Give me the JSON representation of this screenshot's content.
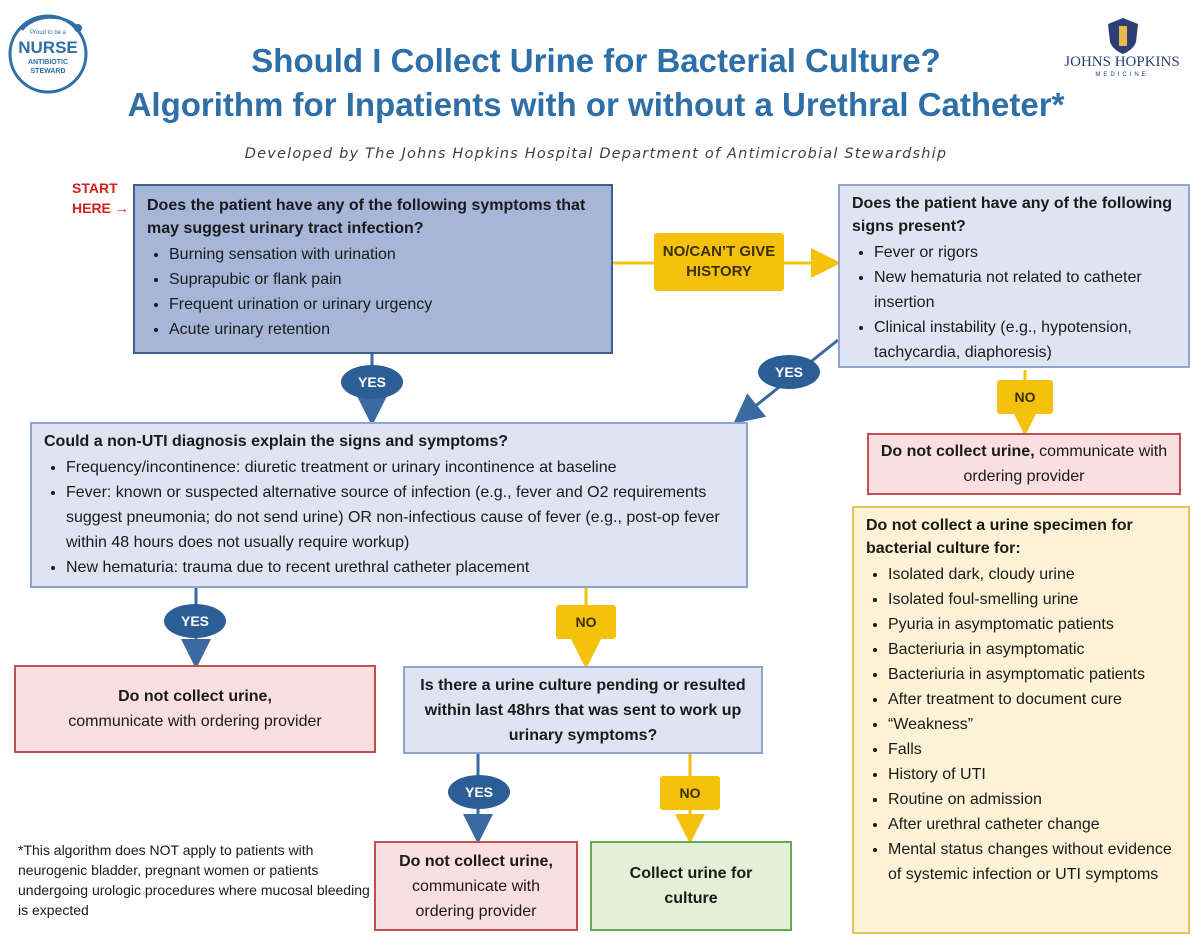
{
  "title_line1": "Should I Collect Urine for Bacterial Culture?",
  "title_line2": "Algorithm for Inpatients with or without a Urethral Catheter*",
  "subtitle": "Developed by The Johns Hopkins Hospital Department of Antimicrobial Stewardship",
  "logo_left": {
    "small": "Proud to be a",
    "big": "NURSE",
    "l2": "ANTIBIOTIC",
    "l3": "STEWARD"
  },
  "logo_right": {
    "name": "JOHNS HOPKINS",
    "sub": "MEDICINE"
  },
  "start_label": {
    "l1": "START",
    "l2": "HERE →"
  },
  "symptoms_box": {
    "question": "Does the patient have any of the following symptoms that may suggest urinary tract infection?",
    "items": [
      "Burning sensation with urination",
      "Suprapubic or flank pain",
      "Frequent urination or urinary urgency",
      "Acute urinary retention"
    ]
  },
  "no_history_label": "NO/CAN’T GIVE HISTORY",
  "signs_box": {
    "question": "Does the patient have any of the following signs present?",
    "items": [
      "Fever or rigors",
      "New hematuria not related to catheter insertion",
      "Clinical instability (e.g., hypotension, tachycardia, diaphoresis)"
    ]
  },
  "yes": "YES",
  "no": "NO",
  "non_uti_box": {
    "question": "Could a non-UTI diagnosis explain the signs and symptoms?",
    "items": [
      "Frequency/incontinence: diuretic treatment or urinary incontinence at baseline",
      "Fever: known or suspected alternative source of infection (e.g., fever and O2 requirements suggest pneumonia; do not send urine) OR non-infectious cause of fever (e.g., post-op fever within 48 hours does not usually require workup)",
      "New hematuria: trauma due to recent urethral catheter placement"
    ]
  },
  "do_not_collect_right": {
    "bold": "Do not collect urine,",
    "rest": "communicate with ordering provider"
  },
  "do_not_collect_left": {
    "bold": "Do not collect urine,",
    "rest": "communicate with ordering provider"
  },
  "do_not_collect_bottom": {
    "bold": "Do not collect urine,",
    "rest": "communicate with ordering provider"
  },
  "pending_box": {
    "question": "Is there a urine culture pending or resulted within last 48hrs that was sent to work up urinary symptoms?"
  },
  "collect_box": {
    "text": "Collect urine for culture"
  },
  "exclusions_box": {
    "header": "Do not collect a urine specimen for bacterial culture for:",
    "items": [
      "Isolated dark, cloudy urine",
      "Isolated foul-smelling urine",
      "Pyuria in asymptomatic patients",
      "Bacteriuria in asymptomatic",
      "Bacteriuria in asymptomatic patients",
      "After treatment to document cure",
      "“Weakness”",
      "Falls",
      "History of UTI",
      "Routine on admission",
      "After urethral catheter change",
      "Mental status changes without evidence of systemic infection or UTI symptoms"
    ]
  },
  "footnote": "*This algorithm does NOT apply to patients with neurogenic bladder, pregnant women or patients undergoing urologic procedures where mucosal bleeding is expected",
  "colors": {
    "title": "#2e6fa8",
    "yes_ellipse": "#2c5d94",
    "no_label": "#f4c20d",
    "start": "#d21f1f"
  }
}
